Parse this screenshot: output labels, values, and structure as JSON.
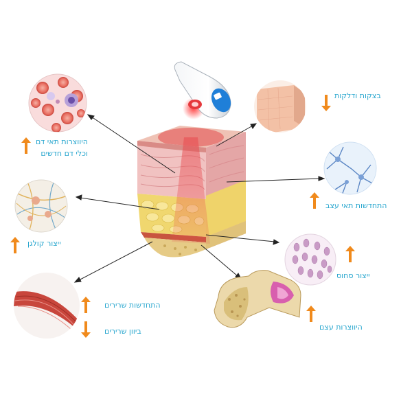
{
  "labels": {
    "blood_cells_line1": "היווצרות תאי דם",
    "blood_cells_line2": "וכלי דם חדשים",
    "collagen": "ייצור קולגן",
    "muscle_renewal": "התחדשות שרירים",
    "muscle_toning": "ביוון שרירים",
    "inflammation": "בצקות ודלקות",
    "nerve_renewal": "התחדשות תאי עצב",
    "cartilage": "ייצור סחוס",
    "bone": "היווצרות עצם"
  },
  "colors": {
    "label_text": "#2aa7cf",
    "arrow_up_down": "#f08a1c",
    "pointer_line": "#222222",
    "laser_beam": "#e8484d"
  },
  "icons": {
    "up": "arrow-up-icon",
    "down": "arrow-down-icon",
    "device": "laser-device-icon"
  }
}
